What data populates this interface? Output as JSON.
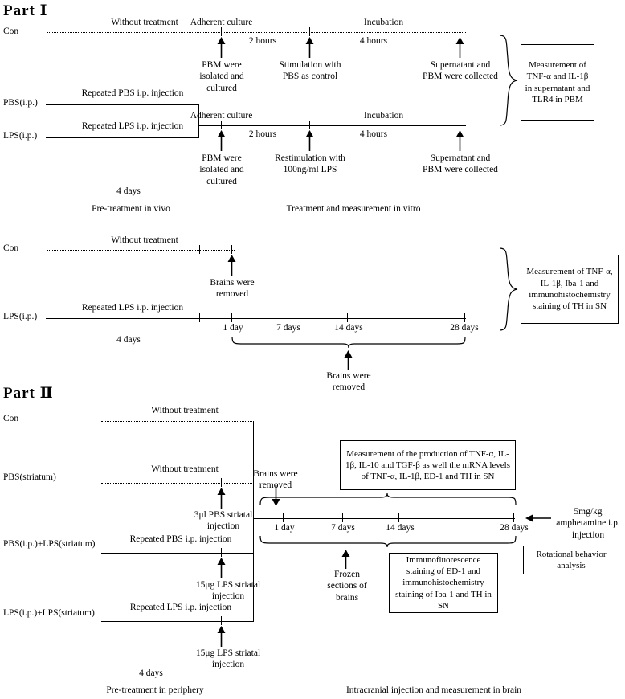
{
  "figure": {
    "type": "experimental-timeline-flowchart",
    "parts": [
      {
        "id": "part1",
        "title": "Part Ⅰ",
        "sections": [
          {
            "id": "p1-invitro",
            "rows": [
              {
                "label": "Con",
                "line_style": "dotted",
                "line_caption": "Without treatment"
              },
              {
                "label": "PBS(i.p.)",
                "line_style": "solid",
                "line_caption": "Repeated PBS i.p. injection",
                "timeline_caption": "Adherent culture"
              },
              {
                "label": "LPS(i.p.)",
                "line_style": "solid",
                "line_caption": "Repeated LPS i.p. injection",
                "timeline_caption": "Adherent culture"
              }
            ],
            "con_timeline": {
              "segments": [
                "Adherent culture",
                "Incubation"
              ],
              "durations": [
                "2 hours",
                "4 hours"
              ],
              "events": [
                "PBM were isolated and cultured",
                "Stimulation with PBS as control",
                "Supernatant and PBM were collected"
              ]
            },
            "lps_timeline": {
              "segments": [
                "Adherent culture",
                "Incubation"
              ],
              "durations": [
                "2 hours",
                "4 hours"
              ],
              "events": [
                "PBM were isolated and cultured",
                "Restimulation with 100ng/ml LPS",
                "Supernatant and PBM were collected"
              ]
            },
            "measurement_box": "Measurement of TNF-α and IL-1β in supernatant and TLR4 in PBM",
            "footers": [
              {
                "duration": "4 days",
                "caption": "Pre-treatment in vivo"
              },
              {
                "duration": "",
                "caption": "Treatment and measurement in vitro"
              }
            ]
          },
          {
            "id": "p1-invivo",
            "rows": [
              {
                "label": "Con",
                "line_style": "dotted",
                "line_caption": "Without treatment"
              },
              {
                "label": "LPS(i.p.)",
                "line_style": "solid",
                "line_caption": "Repeated LPS i.p. injection"
              }
            ],
            "con_event": "Brains were removed",
            "timeline_ticks": [
              "1 day",
              "7 days",
              "14 days",
              "28 days"
            ],
            "brace_event": "Brains were removed",
            "duration": "4 days",
            "measurement_box": "Measurement of TNF-α, IL-1β, Iba-1 and immunohistochemistry staining of TH in SN"
          }
        ]
      },
      {
        "id": "part2",
        "title": "Part Ⅱ",
        "rows": [
          {
            "label": "Con",
            "line_style": "dotted",
            "line_caption": "Without treatment",
            "event": ""
          },
          {
            "label": "PBS(striatum)",
            "line_style": "dotted",
            "line_caption": "Without treatment",
            "event": "3μl PBS striatal injection"
          },
          {
            "label": "PBS(i.p.)+LPS(striatum)",
            "line_style": "solid",
            "line_caption": "Repeated PBS i.p. injection",
            "event": "15μg LPS striatal injection"
          },
          {
            "label": "LPS(i.p.)+LPS(striatum)",
            "line_style": "solid",
            "line_caption": "Repeated LPS i.p. injection",
            "event": "15μg LPS striatal injection"
          }
        ],
        "brains_removed": "Brains were removed",
        "timeline_ticks": [
          "1 day",
          "7 days",
          "14 days",
          "28 days"
        ],
        "amphetamine_note": "5mg/kg amphetamine i.p. injection",
        "measurement_box": "Measurement of the production of TNF-α, IL-1β, IL-10 and TGF-β as well the mRNA levels of TNF-α, IL-1β, ED-1 and TH in SN",
        "frozen_sections": "Frozen sections of brains",
        "staining_box": "Immunofluorescence staining of ED-1 and immunohistochemistry staining of Iba-1 and TH in SN",
        "behavior_box": "Rotational behavior analysis",
        "footers": [
          {
            "duration": "4 days",
            "caption": "Pre-treatment in periphery"
          },
          {
            "duration": "",
            "caption": "Intracranial injection and measurement in brain"
          }
        ]
      }
    ]
  },
  "colors": {
    "ink": "#000000",
    "paper": "#ffffff"
  }
}
